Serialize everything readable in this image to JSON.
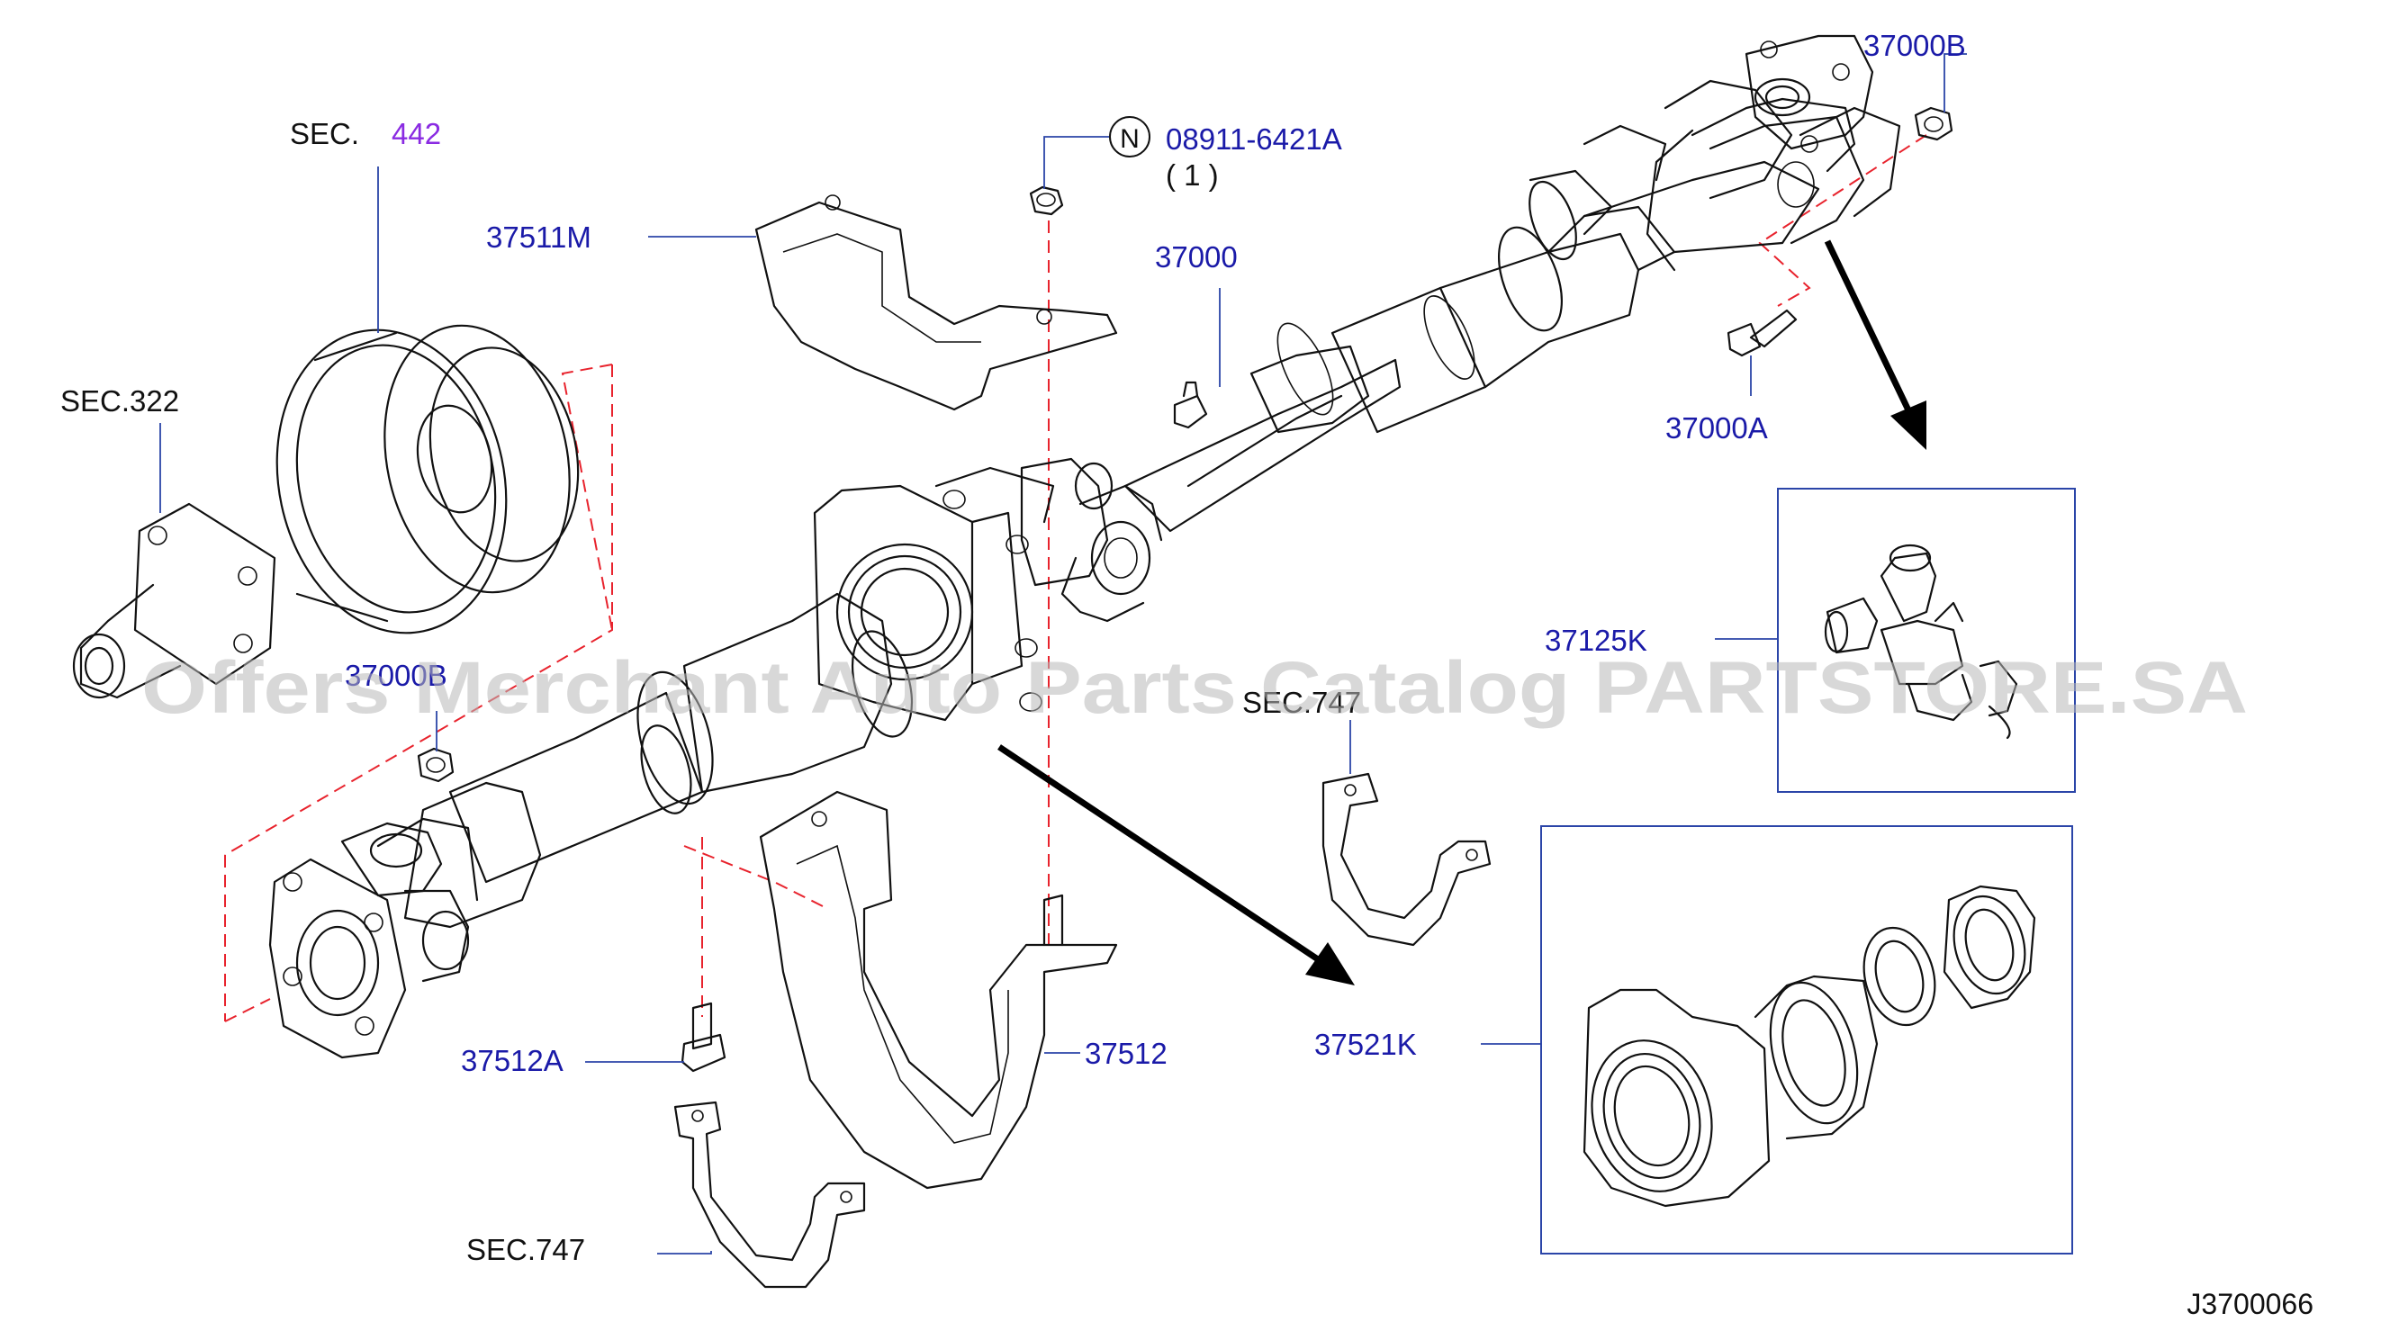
{
  "diagram_code": "J3700066",
  "watermark": "Offers Merchant Auto Parts Catalog PARTSTORE.SA",
  "labels": {
    "sec442_prefix": "SEC.",
    "sec442_num": "442",
    "p08911": "08911-6421A",
    "p08911_qty": "( 1 )",
    "notch_symbol": "N",
    "p37000B_top": "37000B",
    "p37511M": "37511M",
    "p37000": "37000",
    "sec322": "SEC.322",
    "p37000A": "37000A",
    "p37125K": "37125K",
    "p37000B_left": "37000B",
    "sec747_mid": "SEC.747",
    "p37521K": "37521K",
    "p37512": "37512",
    "p37512A": "37512A",
    "sec747_bottom": "SEC.747"
  },
  "colors": {
    "label_blue": "#1a1aa8",
    "label_purple": "#8a2be2",
    "leader_blue": "#2b45a8",
    "dashed_red": "#e8232d",
    "ink": "#111111"
  }
}
